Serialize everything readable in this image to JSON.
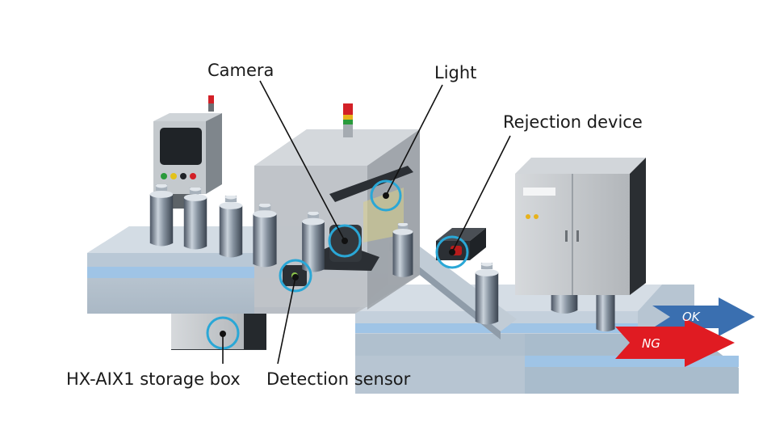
{
  "labels": {
    "camera": "Camera",
    "light": "Light",
    "rejection_device": "Rejection device",
    "storage_box": "HX-AIX1 storage box",
    "detection_sensor": "Detection sensor"
  },
  "arrows": {
    "ok": "OK",
    "ng": "NG"
  },
  "colors": {
    "highlight_ring": "#2aa7d6",
    "ok_arrow": "#3a6fb0",
    "ng_arrow": "#e01b22",
    "conveyor": "#b9c8d6",
    "conveyor_side": "#9fc4e6"
  }
}
